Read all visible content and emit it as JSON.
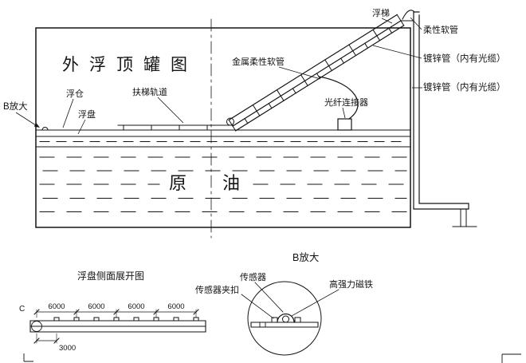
{
  "colors": {
    "background": "#ffffff",
    "line": "#141414"
  },
  "tank_view": {
    "title": "外浮顶罐图",
    "oil": "原油",
    "labels": {
      "detail_b_ref": "B放大",
      "float_pontoon": "浮仓",
      "float_deck": "浮盘",
      "ladder_track": "扶梯轨道",
      "metal_flexible_hose": "金属柔性软管",
      "fiber_connector": "光纤连接器",
      "floating_ladder": "浮梯",
      "flexible_hose": "柔性软管",
      "galvanized_pipe_upper": "镀锌管（内有光缆）",
      "galvanized_pipe_lower": "镀锌管（内有光缆）"
    }
  },
  "deck_profile_view": {
    "title": "浮盘侧面展开图",
    "detail_c_ref": "C",
    "segment_dims": [
      "6000",
      "6000",
      "6000",
      "6000"
    ],
    "offset_dim": "3000"
  },
  "detail_b_view": {
    "title": "B放大",
    "labels": {
      "sensor": "传感器",
      "sensor_clip": "传感器夹扣",
      "magnet": "高强力磁铁"
    }
  }
}
